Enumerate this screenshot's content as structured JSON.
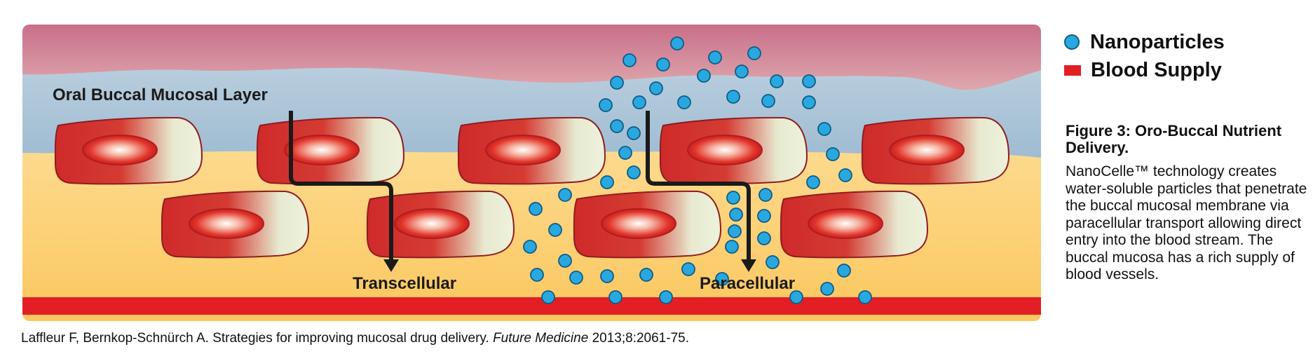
{
  "diagram": {
    "layer_label": "Oral Buccal Mucosal Layer",
    "transcellular_label": "Transcellular",
    "paracellular_label": "Paracellular",
    "colors": {
      "nanoparticle": "#29a8e0",
      "blood": "#e31e24",
      "cell": "#d42a2a",
      "mucus_top": "#c86f8a",
      "saliva": "#a9c4d8",
      "tissue": "#fbd07a"
    }
  },
  "legend": {
    "nanoparticles": "Nanoparticles",
    "blood_supply": "Blood Supply"
  },
  "caption": {
    "title": "Figure 3: Oro-Buccal Nutrient Delivery.",
    "body": "NanoCelle™ technology creates water-soluble particles that penetrate the buccal mucosal membrane via paracellular transport allowing direct entry into the blood stream. The buccal mucosa has a rich supply of blood vessels."
  },
  "citation": {
    "authors_text": "Laffleur F, Bernkop-Schnürch A. Strategies for improving mucosal drug delivery. ",
    "journal": "Future Medicine",
    "details": " 2013;8:2061-75."
  }
}
